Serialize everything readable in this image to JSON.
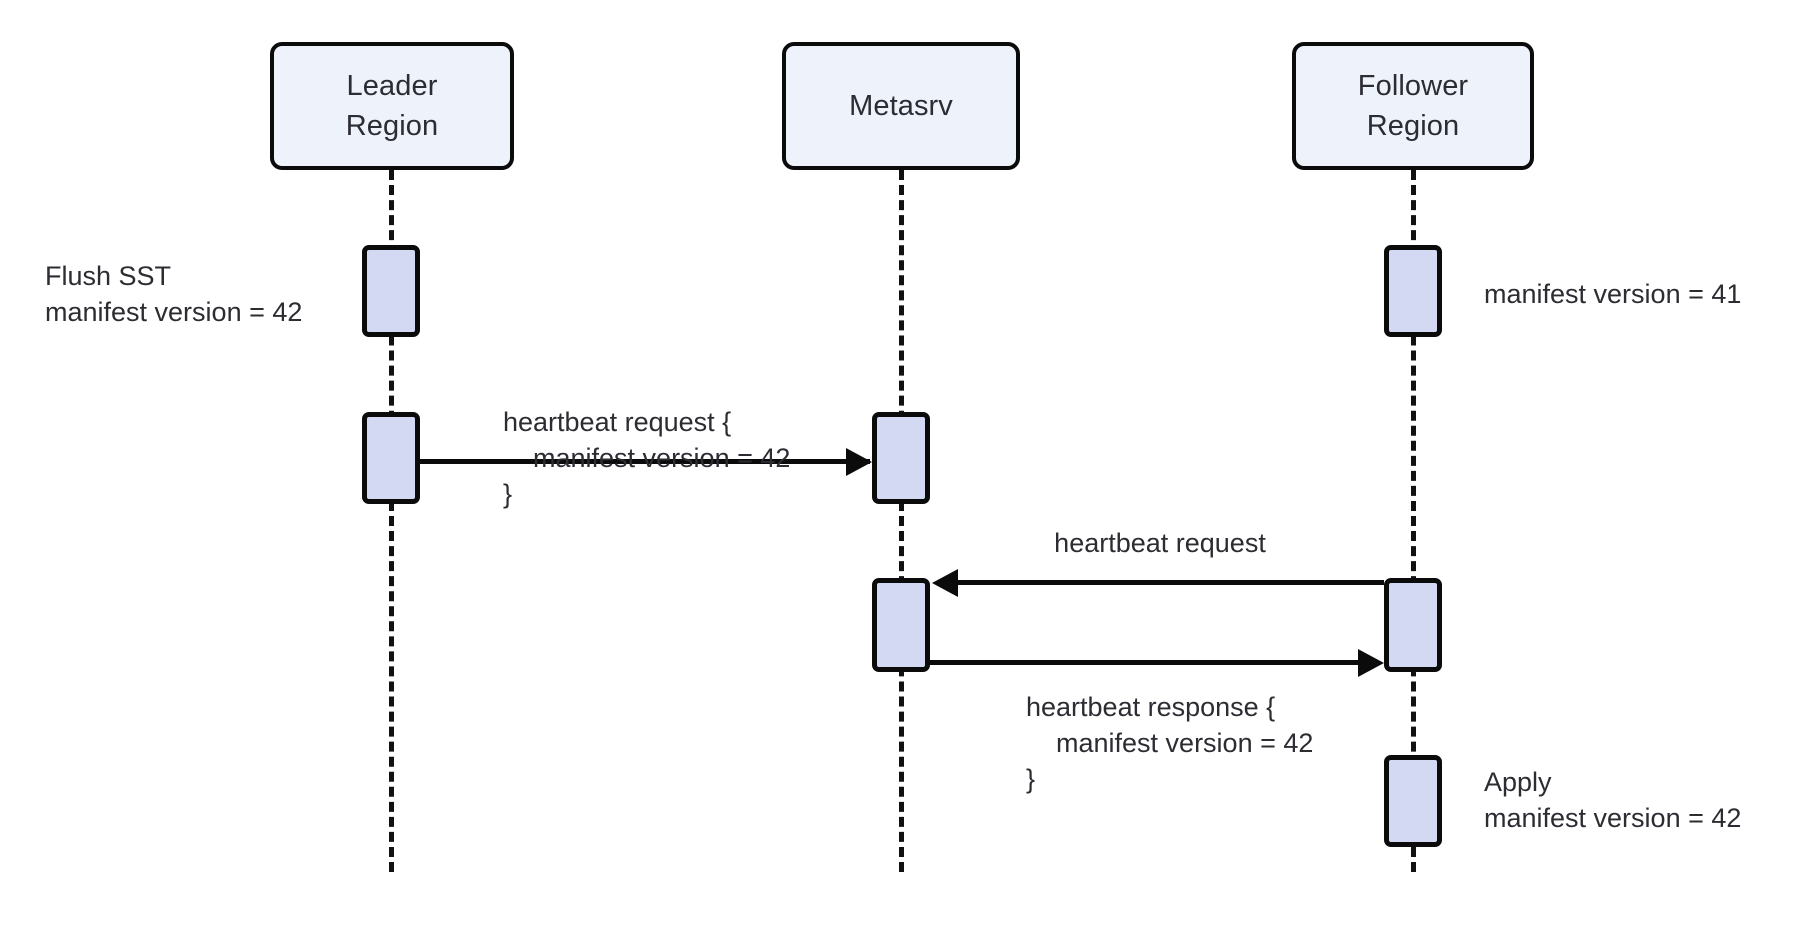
{
  "diagram": {
    "kind": "sequence-diagram",
    "background_color": "#ffffff",
    "participant_fill": "#eef2fb",
    "activation_fill": "#d3d9f2",
    "stroke_color": "#0b0b0b",
    "text_color": "#2c2c33",
    "participants": [
      {
        "id": "leader",
        "label": "Leader\nRegion"
      },
      {
        "id": "metasrv",
        "label": "Metasrv"
      },
      {
        "id": "follower",
        "label": "Follower\nRegion"
      }
    ],
    "notes": [
      {
        "id": "flush-sst",
        "text": "Flush SST\nmanifest version = 42",
        "align": "right-of-text"
      },
      {
        "id": "follower-version",
        "text": "manifest version = 41",
        "align": "left-of-text"
      },
      {
        "id": "apply",
        "text": "Apply\nmanifest version = 42",
        "align": "left-of-text"
      }
    ],
    "messages": [
      {
        "id": "leader-to-metasrv",
        "from": "leader",
        "to": "metasrv",
        "direction": "right",
        "label": "heartbeat request {\n    manifest version = 42\n}"
      },
      {
        "id": "follower-to-metasrv",
        "from": "follower",
        "to": "metasrv",
        "direction": "left",
        "label": "heartbeat request"
      },
      {
        "id": "metasrv-to-follower",
        "from": "metasrv",
        "to": "follower",
        "direction": "right",
        "label": "heartbeat response {\n    manifest version = 42\n}"
      }
    ]
  }
}
